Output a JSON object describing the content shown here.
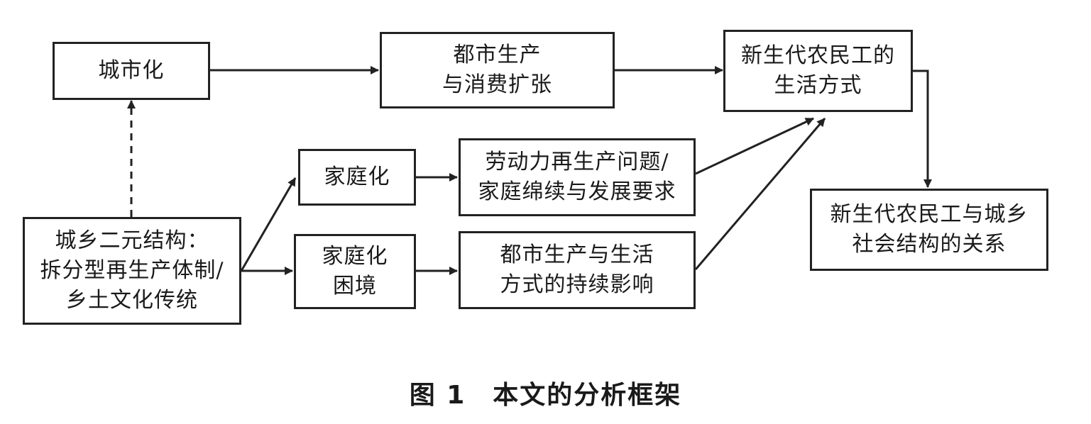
{
  "figure": {
    "caption": "图 1　本文的分析框架"
  },
  "nodes": {
    "urbanization": {
      "lines": [
        "城市化"
      ]
    },
    "urban_production": {
      "lines": [
        "都市生产",
        "与消费扩张"
      ]
    },
    "lifestyle": {
      "lines": [
        "新生代农民工的",
        "生活方式"
      ]
    },
    "dual_structure": {
      "lines": [
        "城乡二元结构：",
        "拆分型再生产体制/",
        "乡土文化传统"
      ]
    },
    "familization": {
      "lines": [
        "家庭化"
      ]
    },
    "labor_reproduction": {
      "lines": [
        "劳动力再生产问题/",
        "家庭绵续与发展要求"
      ]
    },
    "familization_dilemma": {
      "lines": [
        "家庭化",
        "困境"
      ]
    },
    "sustained_influence": {
      "lines": [
        "都市生产与生活",
        "方式的持续影响"
      ]
    },
    "social_relation": {
      "lines": [
        "新生代农民工与城乡",
        "社会结构的关系"
      ]
    }
  }
}
